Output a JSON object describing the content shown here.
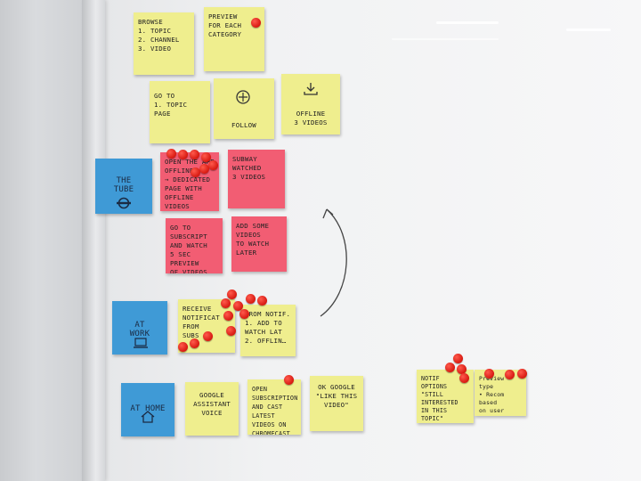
{
  "notes": {
    "n1": "Browse\n1. Topic\n2. Channel\n3. Video",
    "n2": "Preview\nfor each\ncategory",
    "n3": "Go to\n1. Topic\npage",
    "n4": "Follow",
    "n5": "Offline\n3 videos",
    "n6": "The\nTube",
    "n7": "Open the app\noffline\n→ Dedicated\npage with\noffline videos",
    "n8": "Subway\nwatched\n3 videos",
    "n9": "Go to subscript\nand watch\n5 sec preview\nof videos",
    "n10": "Add some videos\nto watch later",
    "n11": "At\nwork",
    "n12": "Receive notificat\nfrom\nsubs",
    "n13": "From notif.\n1. Add to watch lat\n2. Offlin…",
    "n14": "At home",
    "n15": "Google\nassistant\nvoice",
    "n16": "Open subscription\nand cast latest\nvideos on\nchromecast\non TV",
    "n17": "OK Google\n\"Like this\nvideo\"",
    "n18": "Notif options\n\"Still interested\nin this topic\"\nYes  No (hide)",
    "n19": "Preview type\n• Recom based\non user behav"
  },
  "colors": {
    "yellow": "#efee8e",
    "pink": "#f25d73",
    "blue": "#3f9ad6",
    "dot": "#e0221a"
  }
}
